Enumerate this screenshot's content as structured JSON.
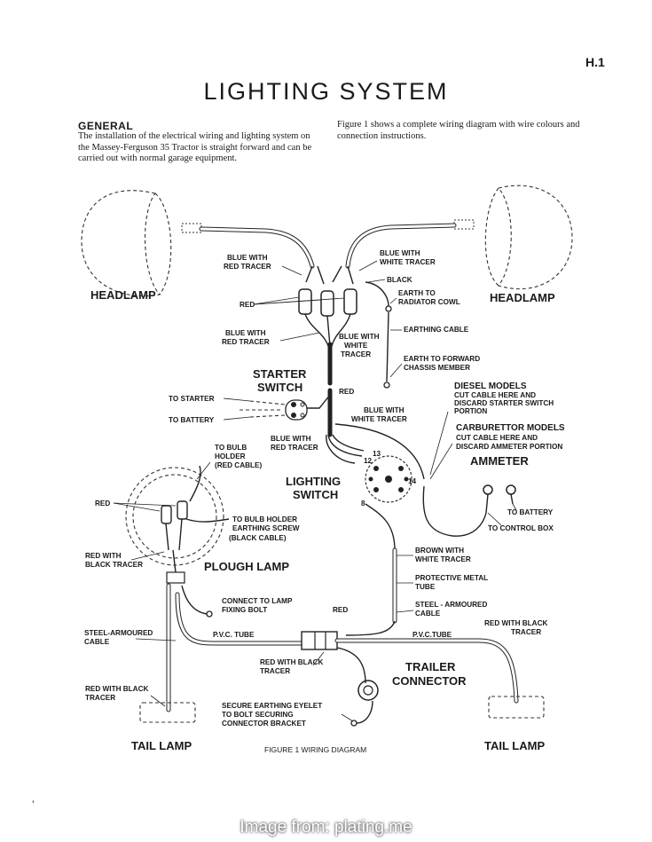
{
  "page": {
    "code": "H.1",
    "title": "LIGHTING  SYSTEM",
    "general_heading": "GENERAL",
    "general_text": "The installation of the electrical wiring and lighting system on the Massey-Ferguson 35 Tractor is straight forward and can be carried out with normal garage equipment.",
    "figure_intro": "Figure 1 shows a complete wiring diagram with wire colours and connection instructions.",
    "watermark": "Image from: plating.me",
    "footer_mark": "’"
  },
  "diagram": {
    "components": {
      "headlamp_left": "HEADLAMP",
      "headlamp_right": "HEADLAMP",
      "starter_switch_1": "STARTER",
      "starter_switch_2": "SWITCH",
      "lighting_switch_1": "LIGHTING",
      "lighting_switch_2": "SWITCH",
      "ammeter": "AMMETER",
      "plough_lamp": "PLOUGH LAMP",
      "trailer_connector_1": "TRAILER",
      "trailer_connector_2": "CONNECTOR",
      "tail_lamp_left": "TAIL LAMP",
      "tail_lamp_right": "TAIL LAMP"
    },
    "labels": {
      "blue_red_top_1": "BLUE WITH",
      "blue_red_top_2": "RED TRACER",
      "blue_white_top_1": "BLUE WITH",
      "blue_white_top_2": "WHITE TRACER",
      "black": "BLACK",
      "earth_radiator_1": "EARTH TO",
      "earth_radiator_2": "RADIATOR COWL",
      "red_head": "RED",
      "blue_red_mid_1": "BLUE WITH",
      "blue_red_mid_2": "RED TRACER",
      "blue_white_mid_1": "BLUE WITH",
      "blue_white_mid_2": "WHITE",
      "blue_white_mid_3": "TRACER",
      "earthing_cable": "EARTHING CABLE",
      "earth_forward_1": "EARTH TO FORWARD",
      "earth_forward_2": "CHASSIS MEMBER",
      "to_starter": "TO STARTER",
      "to_battery_switch": "TO BATTERY",
      "red_switch": "RED",
      "blue_white_sw_1": "BLUE WITH",
      "blue_white_sw_2": "WHITE TRACER",
      "blue_red_sw_1": "BLUE WITH",
      "blue_red_sw_2": "RED TRACER",
      "diesel_1": "DIESEL MODELS",
      "diesel_2": "CUT CABLE HERE AND",
      "diesel_3": "DISCARD STARTER SWITCH",
      "diesel_4": "PORTION",
      "carb_1": "CARBURETTOR MODELS",
      "carb_2": "CUT CABLE HERE AND",
      "carb_3": "DISCARD AMMETER PORTION",
      "bulb_holder_1": "TO BULB",
      "bulb_holder_2": "HOLDER",
      "bulb_holder_3": "(RED CABLE)",
      "red_plough": "RED",
      "bulb_earth_1": "TO BULB HOLDER",
      "bulb_earth_2": "EARTHING SCREW",
      "bulb_earth_3": "(BLACK CABLE)",
      "red_black_plough_1": "RED WITH",
      "red_black_plough_2": "BLACK TRACER",
      "to_battery_ammeter": "TO BATTERY",
      "to_control_box": "TO CONTROL BOX",
      "brown_white_1": "BROWN WITH",
      "brown_white_2": "WHITE TRACER",
      "protective_1": "PROTECTIVE METAL",
      "protective_2": "TUBE",
      "connect_lamp_1": "CONNECT TO LAMP",
      "connect_lamp_2": "FIXING BOLT",
      "steel_armoured_r_1": "STEEL - ARMOURED",
      "steel_armoured_r_2": "CABLE",
      "red_trailer": "RED",
      "steel_armoured_l_1": "STEEL-ARMOURED",
      "steel_armoured_l_2": "CABLE",
      "pvc_left": "P.V.C. TUBE",
      "pvc_right": "P.V.C.TUBE",
      "red_black_right_1": "RED WITH BLACK",
      "red_black_right_2": "TRACER",
      "red_black_trailer_1": "RED WITH BLACK",
      "red_black_trailer_2": "TRACER",
      "red_black_left_1": "RED WITH BLACK",
      "red_black_left_2": "TRACER",
      "secure_1": "SECURE EARTHING EYELET",
      "secure_2": "TO BOLT SECURING",
      "secure_3": "CONNECTOR BRACKET",
      "ammeter_14": "14",
      "switch_13": "13",
      "switch_12": "12",
      "switch_8": "8",
      "caption": "FIGURE 1  WIRING DIAGRAM"
    }
  }
}
